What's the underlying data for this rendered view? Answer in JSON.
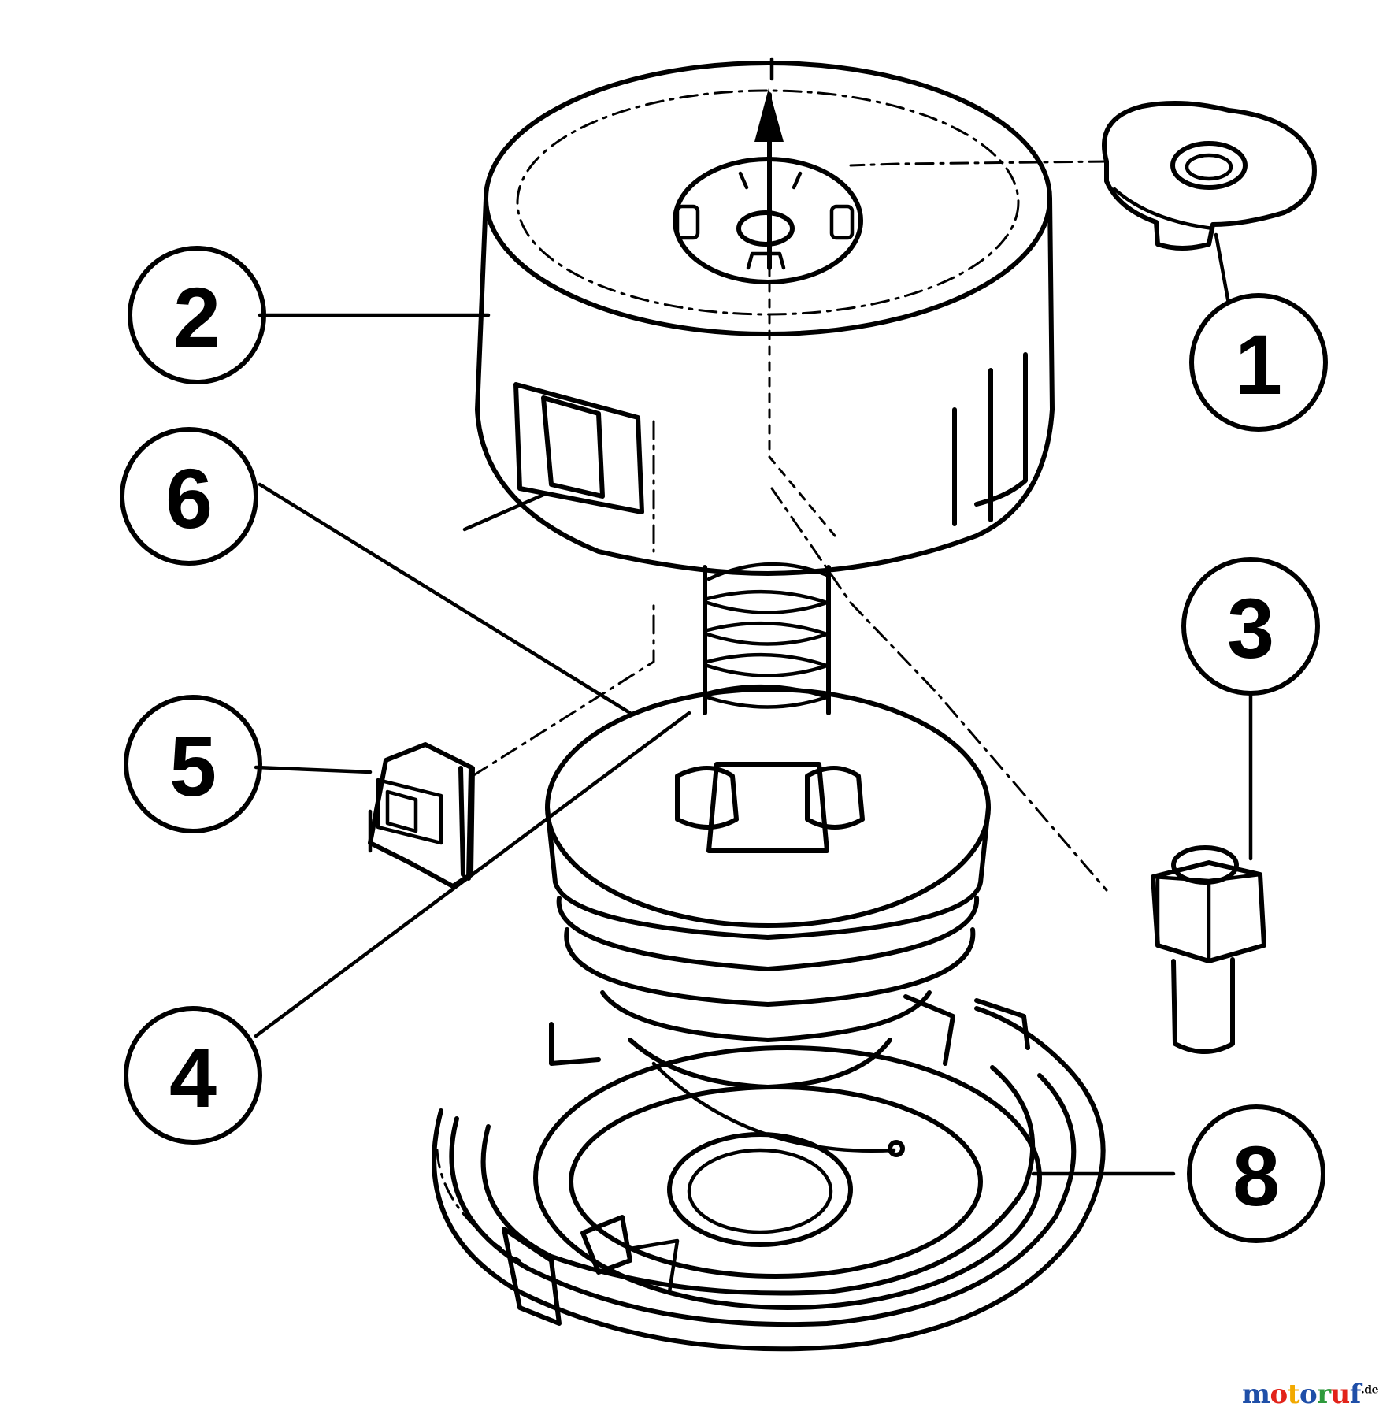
{
  "callouts": [
    {
      "id": "1",
      "label": "1"
    },
    {
      "id": "2",
      "label": "2"
    },
    {
      "id": "3",
      "label": "3"
    },
    {
      "id": "4",
      "label": "4"
    },
    {
      "id": "5",
      "label": "5"
    },
    {
      "id": "6",
      "label": "6"
    },
    {
      "id": "8",
      "label": "8"
    }
  ],
  "watermark": {
    "text": "motoruf",
    "suffix": ".de",
    "colors": [
      "#1f4fa8",
      "#e2231a",
      "#f2a900",
      "#1f4fa8",
      "#2e9a3c",
      "#e2231a",
      "#1f4fa8"
    ]
  }
}
